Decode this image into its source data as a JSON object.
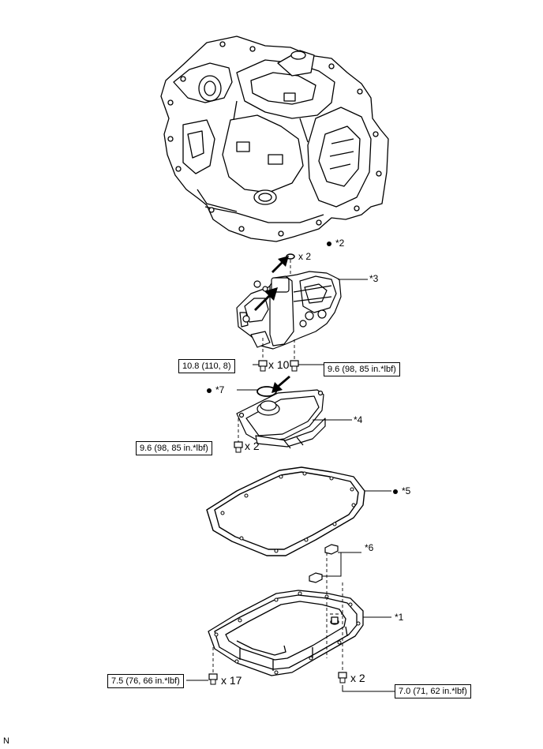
{
  "callouts": {
    "c1": "*1",
    "c2": "*2",
    "c3": "*3",
    "c4": "*4",
    "c5": "*5",
    "c6": "*6",
    "c7": "*7"
  },
  "torques": {
    "valve_body_bolt_a": "10.8 (110, 8)",
    "valve_body_bolt_b": "9.6 (98, 85 in.*lbf)",
    "strainer_bolt": "9.6 (98, 85 in.*lbf)",
    "oil_pan_bolt": "7.5 (76, 66 in.*lbf)",
    "drain_plug": "7.0 (71, 62 in.*lbf)"
  },
  "quantities": {
    "gasket_x2": "x 2",
    "bolt_x10": "x 10",
    "strainer_x2": "x 2",
    "pan_x17": "x 17",
    "plug_x2": "x 2"
  },
  "footer_letter": "N",
  "icons": [
    "transmission-case-icon",
    "valve-body-icon",
    "oil-strainer-icon",
    "o-ring-icon",
    "pan-gasket-icon",
    "magnet-icon",
    "oil-pan-icon",
    "bolt-icon",
    "arrow-icon",
    "bullet-icon"
  ],
  "colors": {
    "line": "#000000",
    "part_fill": "#ffffff",
    "shade": "#d9d9d9"
  }
}
